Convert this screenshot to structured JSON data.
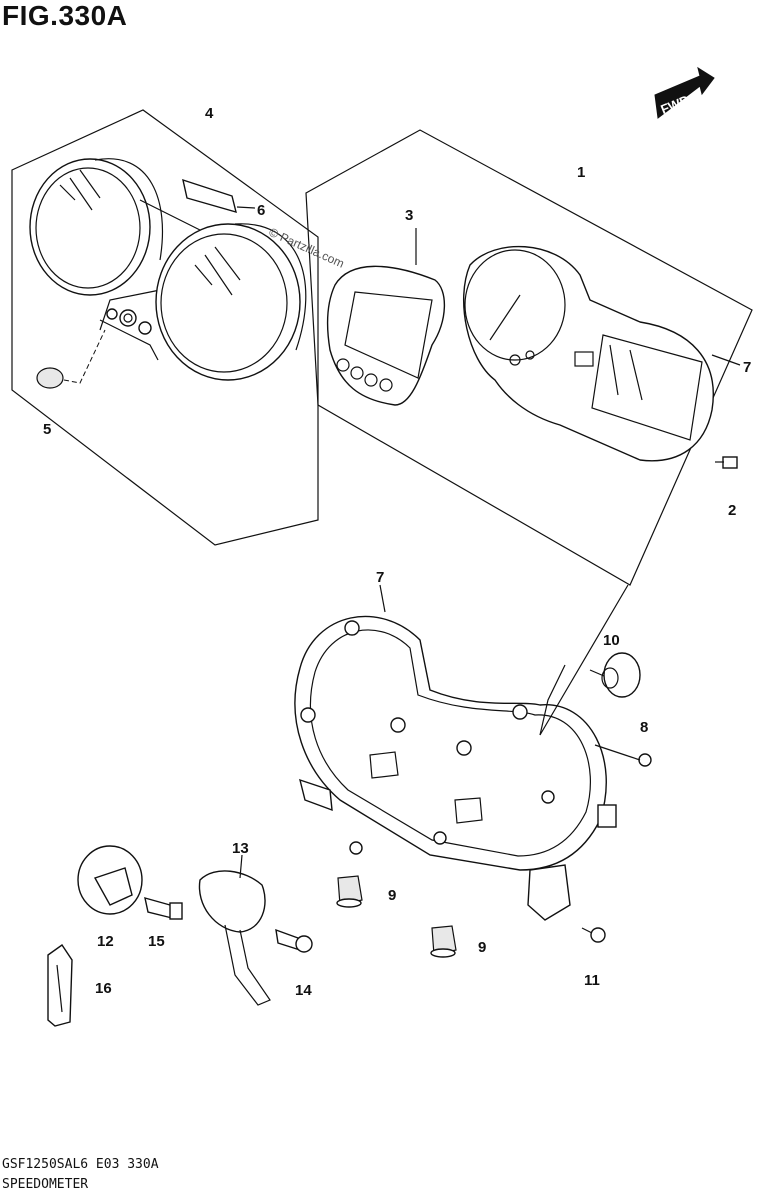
{
  "figure": {
    "title": "FIG.330A",
    "code": "GSF1250SAL6 E03 330A",
    "name": "SPEEDOMETER",
    "watermark": "© Partzilla.com",
    "direction_label": "FWD"
  },
  "callouts": [
    {
      "id": "c1",
      "text": "1"
    },
    {
      "id": "c2",
      "text": "2"
    },
    {
      "id": "c3",
      "text": "3"
    },
    {
      "id": "c4",
      "text": "4"
    },
    {
      "id": "c5",
      "text": "5"
    },
    {
      "id": "c6",
      "text": "6"
    },
    {
      "id": "c7a",
      "text": "7"
    },
    {
      "id": "c7b",
      "text": "7"
    },
    {
      "id": "c8",
      "text": "8"
    },
    {
      "id": "c9a",
      "text": "9"
    },
    {
      "id": "c9b",
      "text": "9"
    },
    {
      "id": "c10",
      "text": "10"
    },
    {
      "id": "c11",
      "text": "11"
    },
    {
      "id": "c12",
      "text": "12"
    },
    {
      "id": "c13",
      "text": "13"
    },
    {
      "id": "c14",
      "text": "14"
    },
    {
      "id": "c15",
      "text": "15"
    },
    {
      "id": "c16",
      "text": "16"
    }
  ]
}
